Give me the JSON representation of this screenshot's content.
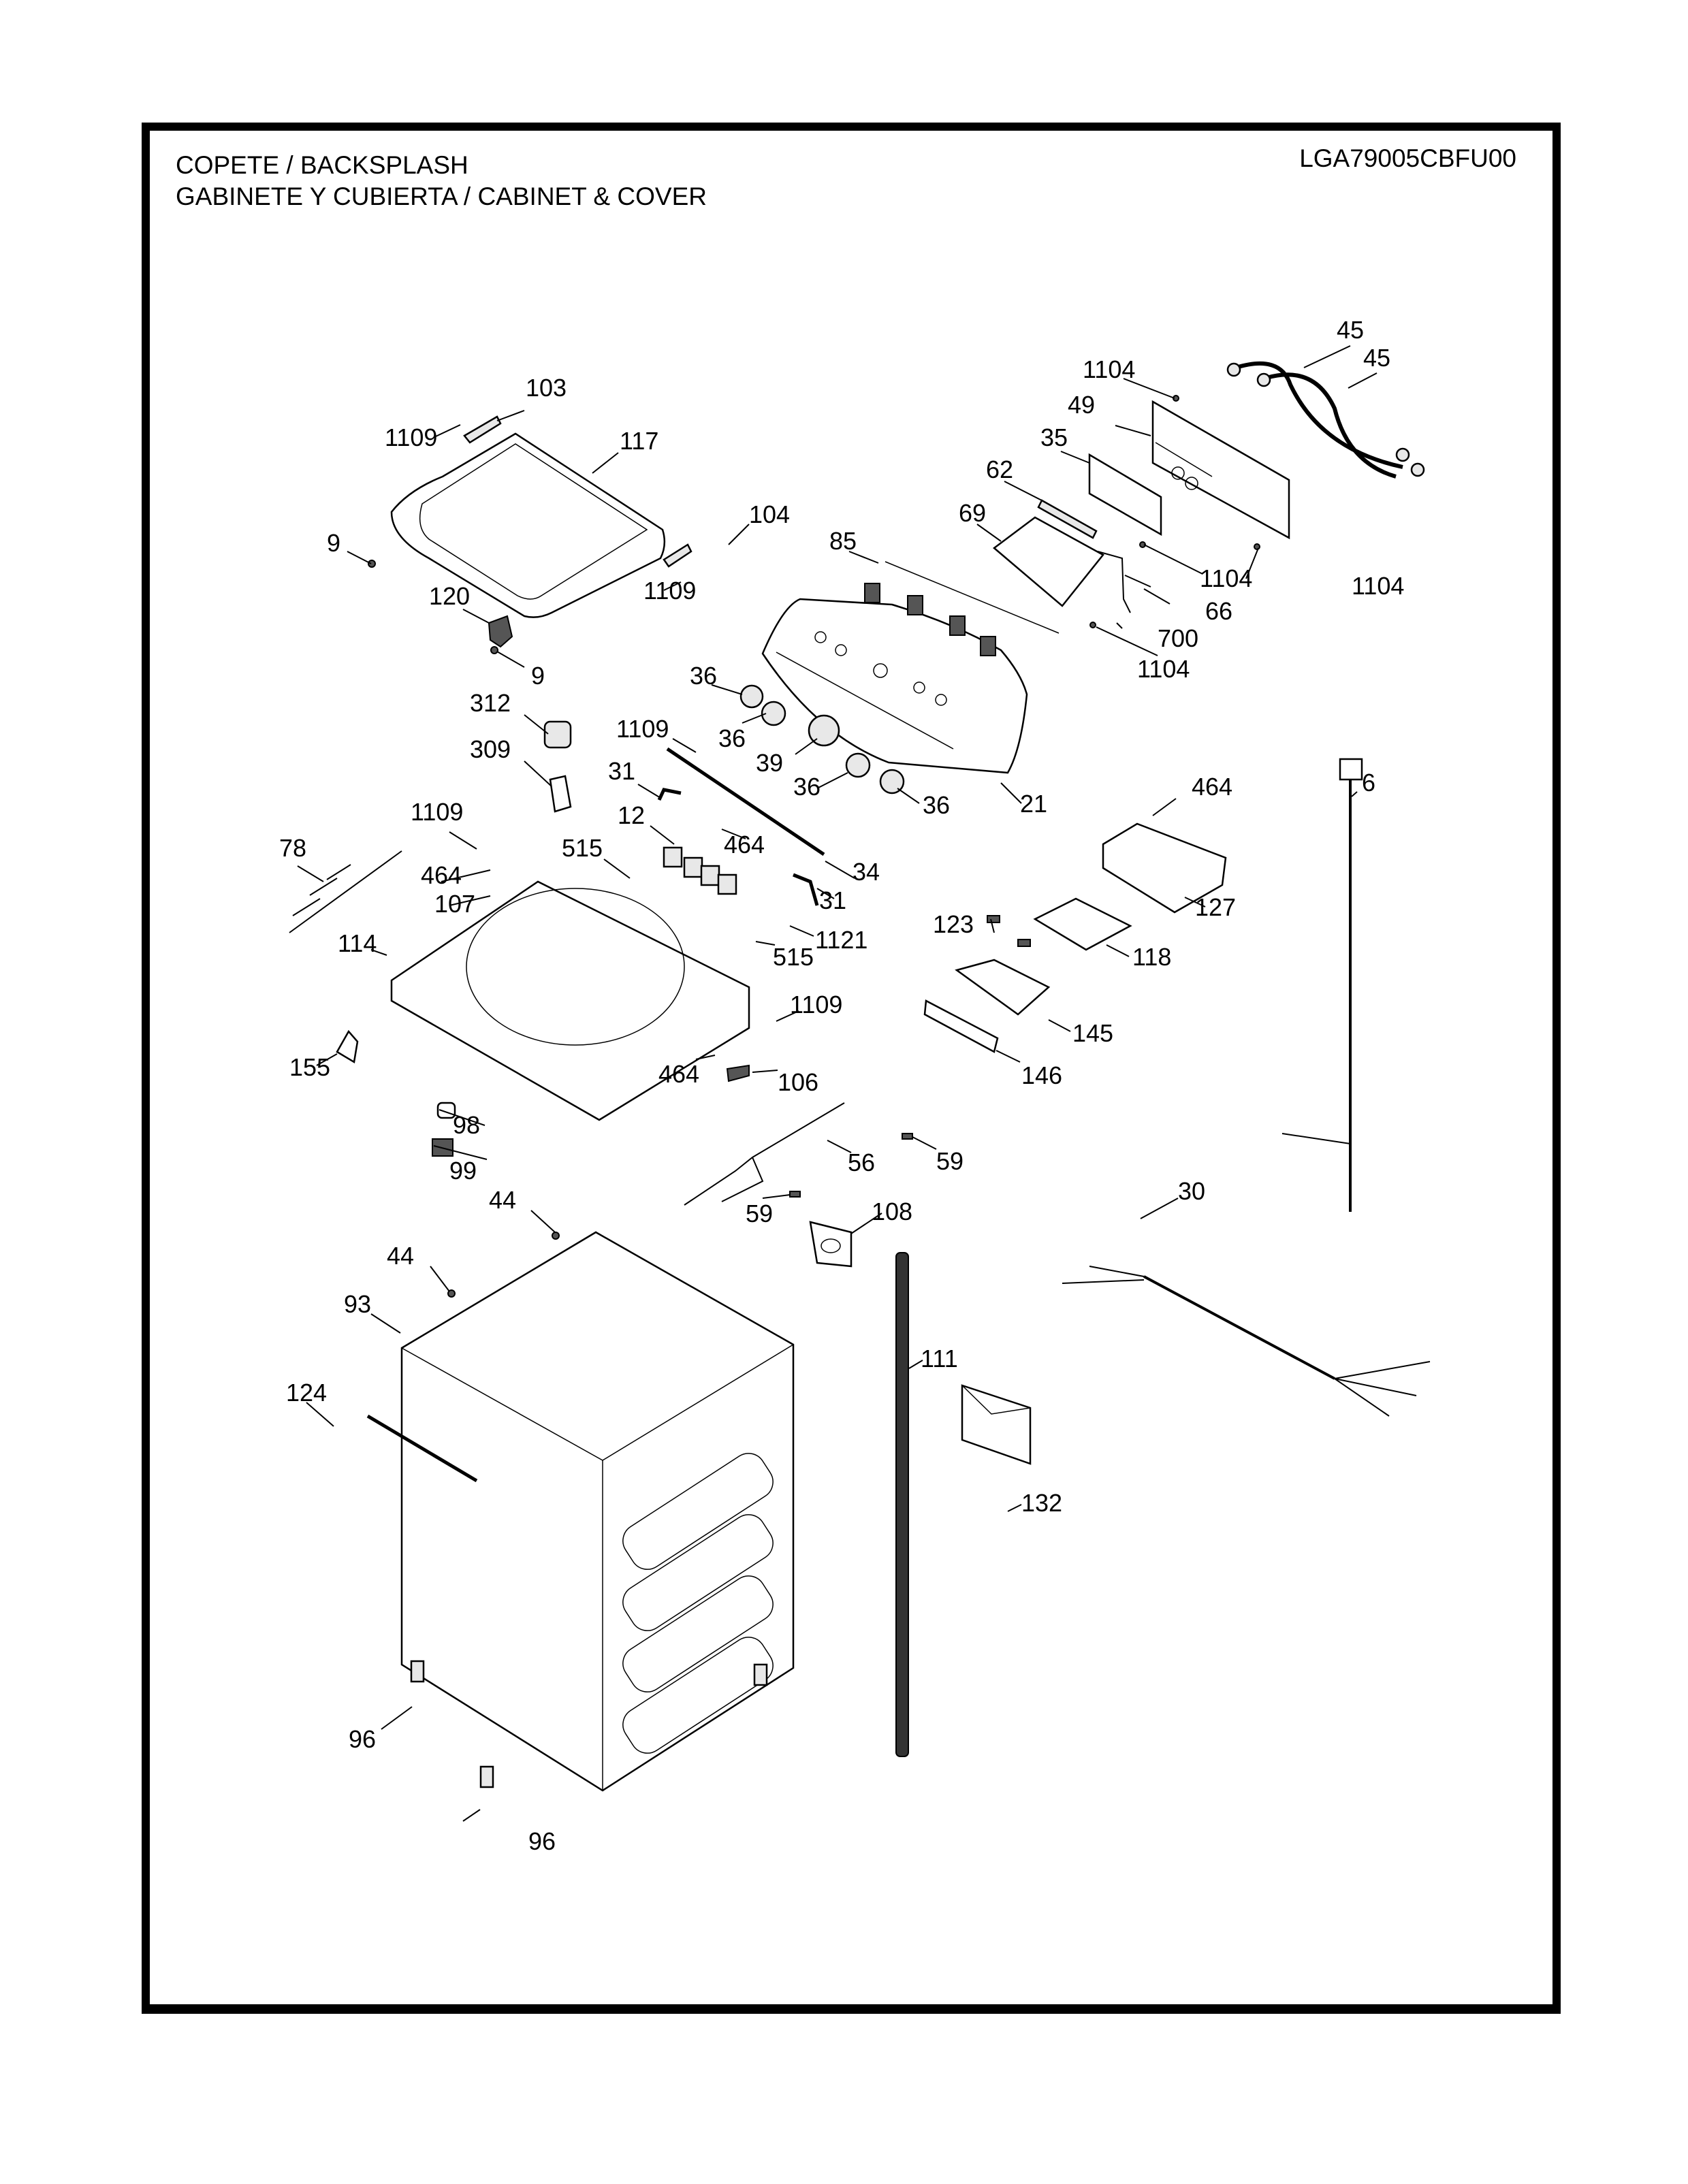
{
  "header": {
    "title_line1": "COPETE / BACKSPLASH",
    "title_line2": "GABINETE Y CUBIERTA / CABINET & COVER",
    "model_number": "LGA79005CBFU00"
  },
  "callouts": [
    {
      "id": "c-45a",
      "label": "45",
      "part": "inlet-hose"
    },
    {
      "id": "c-45b",
      "label": "45",
      "part": "inlet-hose"
    },
    {
      "id": "c-1104a",
      "label": "1104",
      "part": "screw"
    },
    {
      "id": "c-49",
      "label": "49",
      "part": "backsplash-rear-cover"
    },
    {
      "id": "c-35",
      "label": "35",
      "part": "insulation-sheet"
    },
    {
      "id": "c-62",
      "label": "62",
      "part": "bracket"
    },
    {
      "id": "c-69",
      "label": "69",
      "part": "pcb-main"
    },
    {
      "id": "c-85",
      "label": "85",
      "part": "switch-assembly"
    },
    {
      "id": "c-1104b",
      "label": "1104",
      "part": "screw"
    },
    {
      "id": "c-1104c",
      "label": "1104",
      "part": "screw"
    },
    {
      "id": "c-66",
      "label": "66",
      "part": "water-tube"
    },
    {
      "id": "c-700",
      "label": "700",
      "part": "fastener"
    },
    {
      "id": "c-1104d",
      "label": "1104",
      "part": "screw"
    },
    {
      "id": "c-103",
      "label": "103",
      "part": "hinge-left"
    },
    {
      "id": "c-1109a",
      "label": "1109",
      "part": "screw"
    },
    {
      "id": "c-117",
      "label": "117",
      "part": "lid-assembly"
    },
    {
      "id": "c-104",
      "label": "104",
      "part": "hinge-right"
    },
    {
      "id": "c-1109b",
      "label": "1109",
      "part": "screw"
    },
    {
      "id": "c-9a",
      "label": "9",
      "part": "bumper"
    },
    {
      "id": "c-120",
      "label": "120",
      "part": "lid-lock"
    },
    {
      "id": "c-9b",
      "label": "9",
      "part": "bumper"
    },
    {
      "id": "c-36a",
      "label": "36",
      "part": "knob"
    },
    {
      "id": "c-36b",
      "label": "36",
      "part": "knob"
    },
    {
      "id": "c-39",
      "label": "39",
      "part": "knob-main"
    },
    {
      "id": "c-36c",
      "label": "36",
      "part": "knob"
    },
    {
      "id": "c-36d",
      "label": "36",
      "part": "knob"
    },
    {
      "id": "c-21",
      "label": "21",
      "part": "backsplash-panel"
    },
    {
      "id": "c-312",
      "label": "312",
      "part": "capacitor"
    },
    {
      "id": "c-309",
      "label": "309",
      "part": "capacitor-bracket"
    },
    {
      "id": "c-1109c",
      "label": "1109",
      "part": "screw"
    },
    {
      "id": "c-31a",
      "label": "31",
      "part": "tube"
    },
    {
      "id": "c-34",
      "label": "34",
      "part": "rod"
    },
    {
      "id": "c-31b",
      "label": "31",
      "part": "tube"
    },
    {
      "id": "c-12",
      "label": "12",
      "part": "water-valve"
    },
    {
      "id": "c-464a",
      "label": "464",
      "part": "screw"
    },
    {
      "id": "c-1109d",
      "label": "1109",
      "part": "screw"
    },
    {
      "id": "c-515a",
      "label": "515",
      "part": "screw"
    },
    {
      "id": "c-78",
      "label": "78",
      "part": "wire-harness"
    },
    {
      "id": "c-464b",
      "label": "464",
      "part": "screw"
    },
    {
      "id": "c-107",
      "label": "107",
      "part": "bracket"
    },
    {
      "id": "c-1121",
      "label": "1121",
      "part": "fastener"
    },
    {
      "id": "c-515b",
      "label": "515",
      "part": "screw"
    },
    {
      "id": "c-114",
      "label": "114",
      "part": "top-cover"
    },
    {
      "id": "c-1109e",
      "label": "1109",
      "part": "screw"
    },
    {
      "id": "c-464c",
      "label": "464",
      "part": "screw"
    },
    {
      "id": "c-106",
      "label": "106",
      "part": "switch"
    },
    {
      "id": "c-155",
      "label": "155",
      "part": "cap"
    },
    {
      "id": "c-98",
      "label": "98",
      "part": "cap"
    },
    {
      "id": "c-99",
      "label": "99",
      "part": "lock-switch"
    },
    {
      "id": "c-464d",
      "label": "464",
      "part": "screw"
    },
    {
      "id": "c-127",
      "label": "127",
      "part": "dispenser-housing"
    },
    {
      "id": "c-123",
      "label": "123",
      "part": "siphon-cap"
    },
    {
      "id": "c-118",
      "label": "118",
      "part": "dispenser-tray"
    },
    {
      "id": "c-145",
      "label": "145",
      "part": "dispenser-drawer"
    },
    {
      "id": "c-146",
      "label": "146",
      "part": "drawer-panel"
    },
    {
      "id": "c-6",
      "label": "6",
      "part": "power-cord"
    },
    {
      "id": "c-56",
      "label": "56",
      "part": "sensor-harness"
    },
    {
      "id": "c-59a",
      "label": "59",
      "part": "clamp"
    },
    {
      "id": "c-59b",
      "label": "59",
      "part": "clamp"
    },
    {
      "id": "c-108",
      "label": "108",
      "part": "drain-cover"
    },
    {
      "id": "c-30",
      "label": "30",
      "part": "main-harness"
    },
    {
      "id": "c-44a",
      "label": "44",
      "part": "fastener"
    },
    {
      "id": "c-44b",
      "label": "44",
      "part": "fastener"
    },
    {
      "id": "c-93",
      "label": "93",
      "part": "cabinet"
    },
    {
      "id": "c-124",
      "label": "124",
      "part": "rail"
    },
    {
      "id": "c-111",
      "label": "111",
      "part": "drain-hose"
    },
    {
      "id": "c-132",
      "label": "132",
      "part": "manual-envelope"
    },
    {
      "id": "c-96a",
      "label": "96",
      "part": "leveling-foot"
    },
    {
      "id": "c-96b",
      "label": "96",
      "part": "leveling-foot"
    }
  ]
}
